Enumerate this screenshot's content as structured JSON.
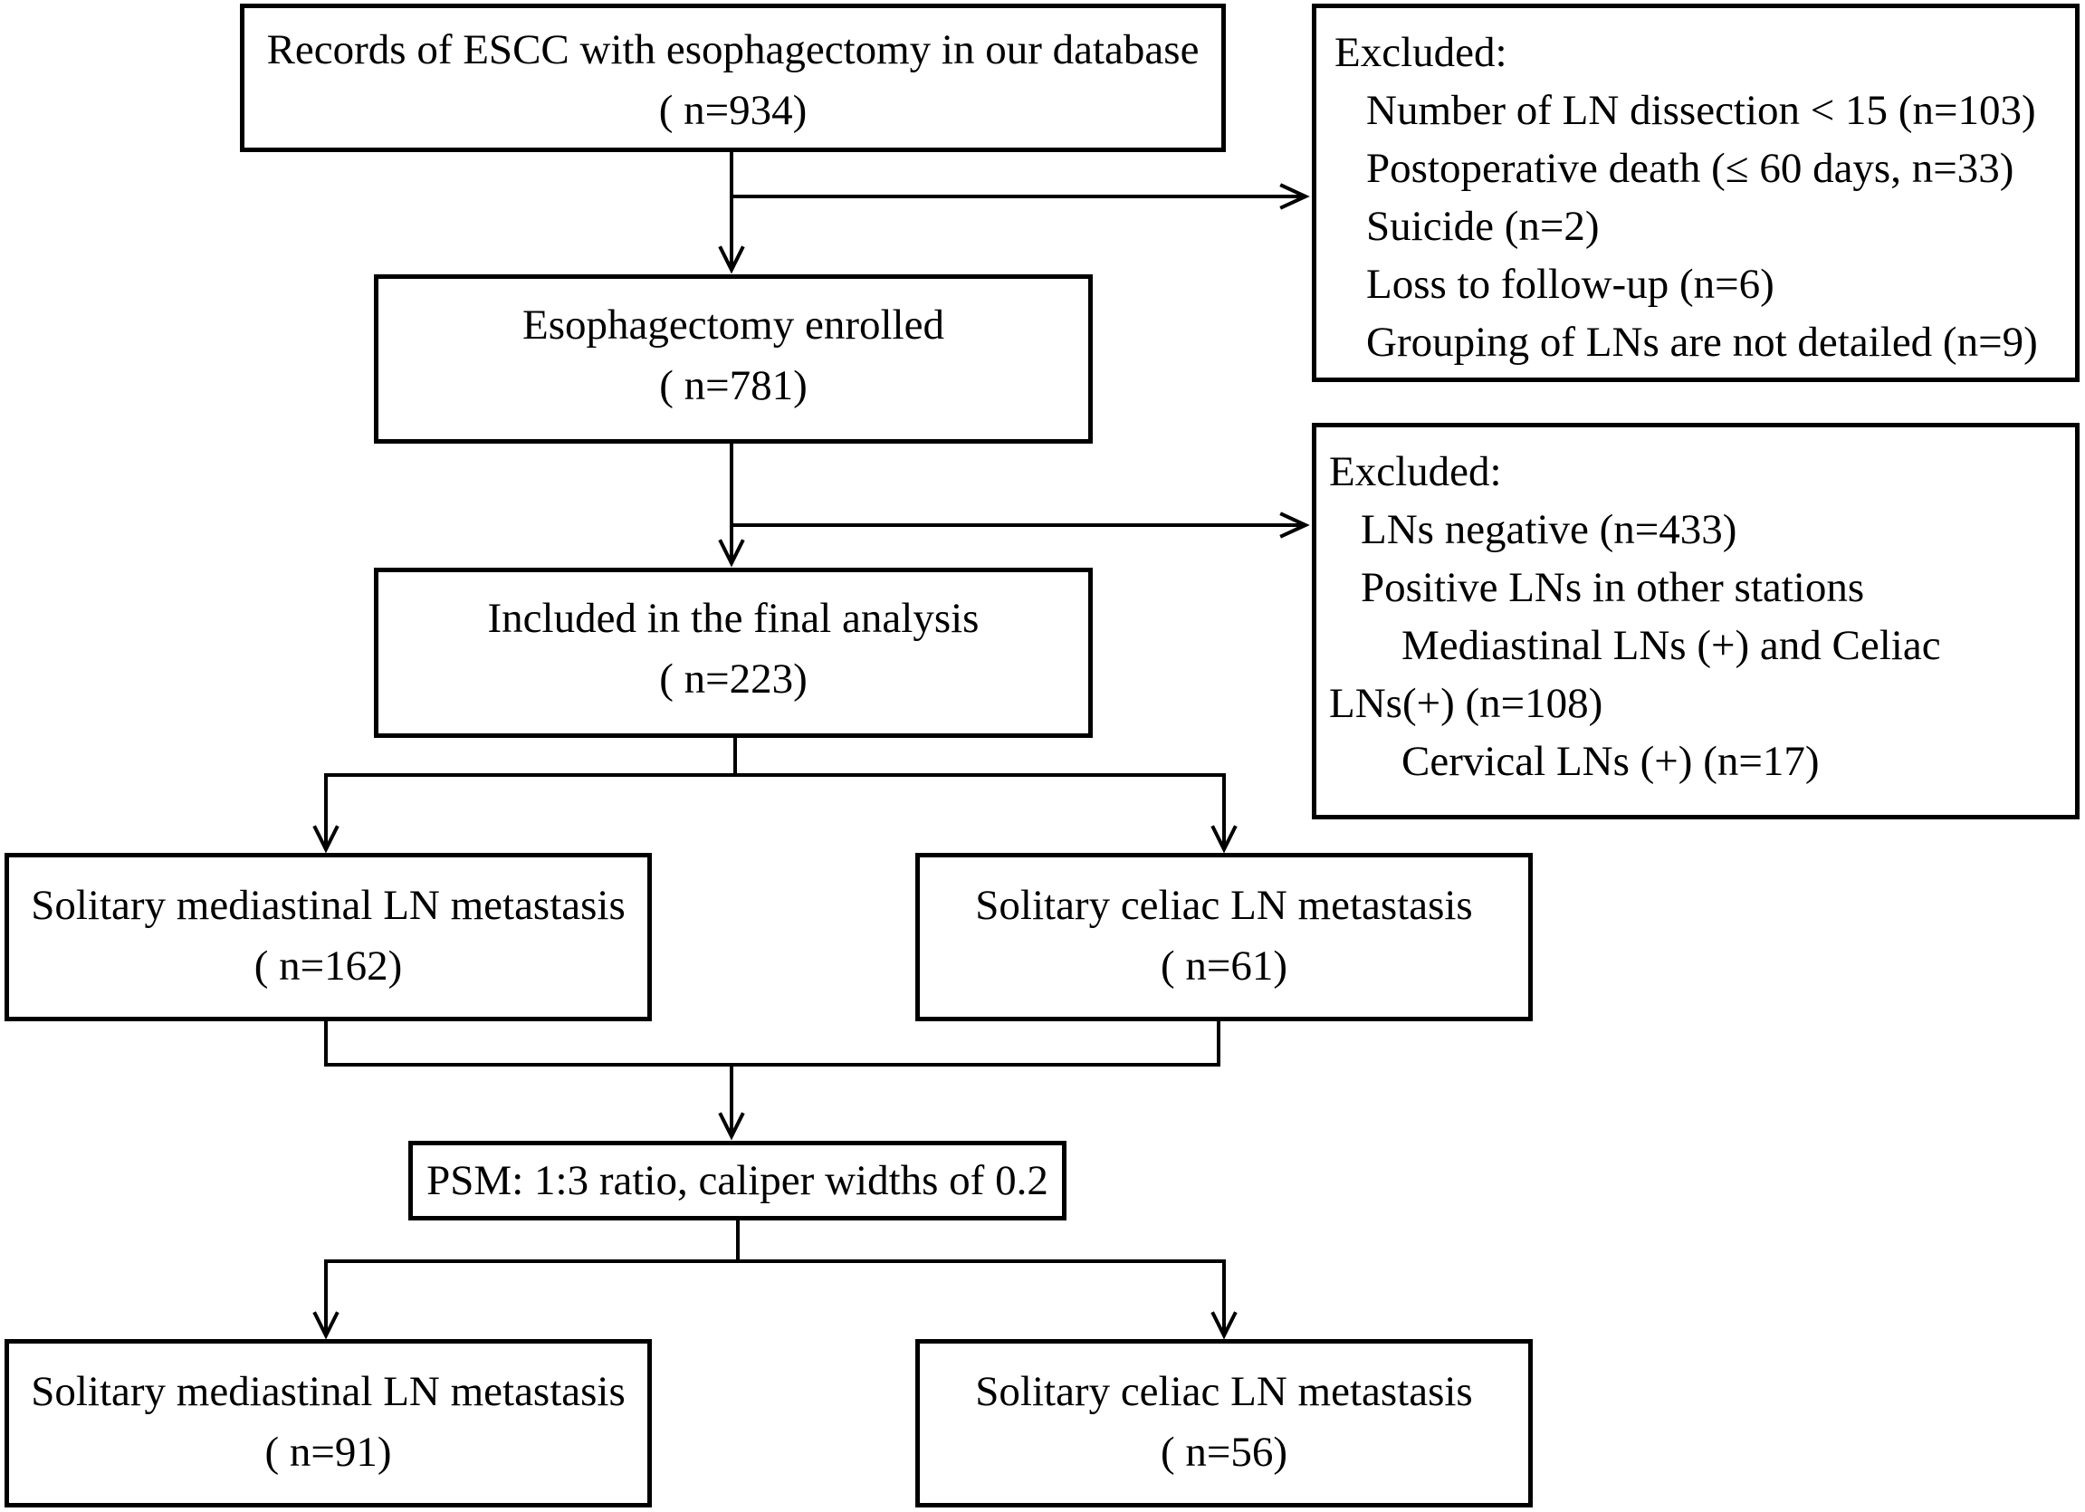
{
  "records_box": {
    "title": "Records of ESCC with esophagectomy in our database",
    "count": "( n=934)"
  },
  "exclusion_box_1": {
    "heading": "Excluded:",
    "items": [
      "Number of LN dissection < 15 (n=103)",
      "Postoperative death (≤ 60 days, n=33)",
      "Suicide (n=2)",
      "Loss to follow-up (n=6)",
      "Grouping of LNs are not detailed (n=9)"
    ]
  },
  "enrolled_box": {
    "title": "Esophagectomy enrolled",
    "count": "( n=781)"
  },
  "exclusion_box_2": {
    "heading": "Excluded:",
    "line1": "LNs negative (n=433)",
    "line2": "Positive LNs in other stations",
    "line3": "Mediastinal LNs (+) and Celiac",
    "line4": "LNs(+) (n=108)",
    "line5": "Cervical LNs (+)  (n=17)"
  },
  "included_box": {
    "title": "Included in the final analysis",
    "count": "( n=223)"
  },
  "mediastinal_box_1": {
    "title": "Solitary mediastinal LN metastasis",
    "count": "( n=162)"
  },
  "celiac_box_1": {
    "title": "Solitary celiac LN metastasis",
    "count": "( n=61)"
  },
  "psm_box": {
    "label": "PSM: 1:3 ratio, caliper widths of 0.2"
  },
  "mediastinal_box_2": {
    "title": "Solitary mediastinal LN metastasis",
    "count": "( n=91)"
  },
  "celiac_box_2": {
    "title": "Solitary celiac LN metastasis",
    "count": "( n=56)"
  }
}
